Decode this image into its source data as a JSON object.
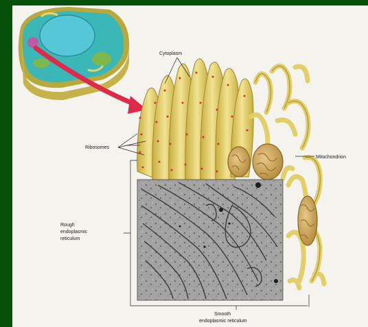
{
  "labels": {
    "cytoplasm": "Cytoplasm",
    "ribosomes": "Ribosomes",
    "mitochondrion": "Mitochondrion",
    "rough_er_line1": "Rough",
    "rough_er_line2": "endoplasmic",
    "rough_er_line3": "reticulum",
    "smooth_er_line1": "Smooth",
    "smooth_er_line2": "endoplasmic reticulum"
  },
  "colors": {
    "background": "#06500a",
    "paper": "#f4f3ee",
    "er_membrane": "#e3cf6a",
    "er_outline": "#9c8a2c",
    "ribosome": "#d0322a",
    "mitochondrion": "#c9a253",
    "cell_cytoplasm": "#3bb7b8",
    "nucleus": "#56c7d6",
    "arrow": "#e0284a",
    "micrograph": "#9a9a9a"
  }
}
